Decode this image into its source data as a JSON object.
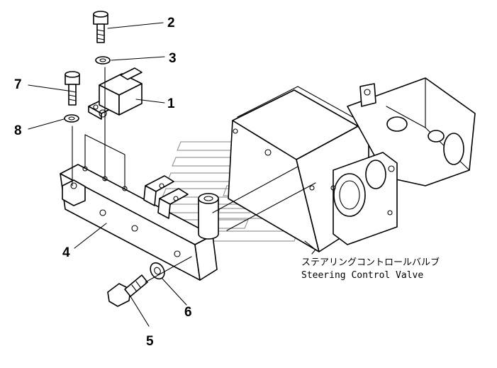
{
  "callouts": [
    {
      "id": "1",
      "label": "1"
    },
    {
      "id": "2",
      "label": "2"
    },
    {
      "id": "3",
      "label": "3"
    },
    {
      "id": "4",
      "label": "4"
    },
    {
      "id": "5",
      "label": "5"
    },
    {
      "id": "6",
      "label": "6"
    },
    {
      "id": "7",
      "label": "7"
    },
    {
      "id": "8",
      "label": "8"
    }
  ],
  "caption": {
    "japanese": "ステアリングコントロールバルブ",
    "english": "Steering Control Valve"
  }
}
